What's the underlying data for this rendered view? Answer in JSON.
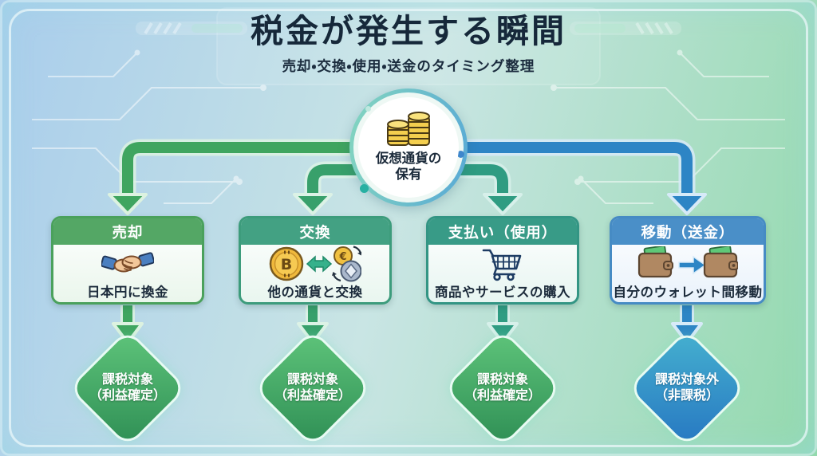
{
  "page": {
    "title": "税金が発生する瞬間",
    "subtitle": "売却・交換・使用・送金のタイミング整理"
  },
  "center_node": {
    "icon": "coin-stack-icon",
    "label_line1": "仮想通貨の",
    "label_line2": "保有"
  },
  "branches": [
    {
      "id": "sell",
      "header": "売却",
      "icon": "handshake-icon",
      "description": "日本円に換金",
      "result_line1": "課税対象",
      "result_line2": "（利益確定）",
      "taxable": true,
      "colors": {
        "header": "#54a765",
        "border": "#4aa15c",
        "tint": "#eaf6ec",
        "connector": "#3fa55f",
        "diamond_start": "#5ec47a",
        "diamond_end": "#2f8f55"
      }
    },
    {
      "id": "exchange",
      "header": "交換",
      "icon": "crypto-exchange-icon",
      "description": "他の通貨と交換",
      "result_line1": "課税対象",
      "result_line2": "（利益確定）",
      "taxable": true,
      "colors": {
        "header": "#43a183",
        "border": "#3d9c7c",
        "tint": "#e9f6ef",
        "connector": "#38a06b",
        "diamond_start": "#5ec47a",
        "diamond_end": "#2f8f55"
      }
    },
    {
      "id": "payment",
      "header": "支払い（使用）",
      "icon": "shopping-cart-icon",
      "description": "商品やサービスの購入",
      "result_line1": "課税対象",
      "result_line2": "（利益確定）",
      "taxable": true,
      "colors": {
        "header": "#389b87",
        "border": "#339584",
        "tint": "#e7f5f1",
        "connector": "#2f9c82",
        "diamond_start": "#5ec47a",
        "diamond_end": "#2f8f55"
      }
    },
    {
      "id": "transfer",
      "header": "移動（送金）",
      "icon": "wallet-transfer-icon",
      "description": "自分のウォレット間移動",
      "result_line1": "課税対象外",
      "result_line2": "（非課税）",
      "taxable": false,
      "colors": {
        "header": "#4a8fc8",
        "border": "#468bc4",
        "tint": "#e9f2fb",
        "connector": "#2d85c5",
        "diamond_start": "#45b0cf",
        "diamond_end": "#2778c2"
      }
    }
  ]
}
